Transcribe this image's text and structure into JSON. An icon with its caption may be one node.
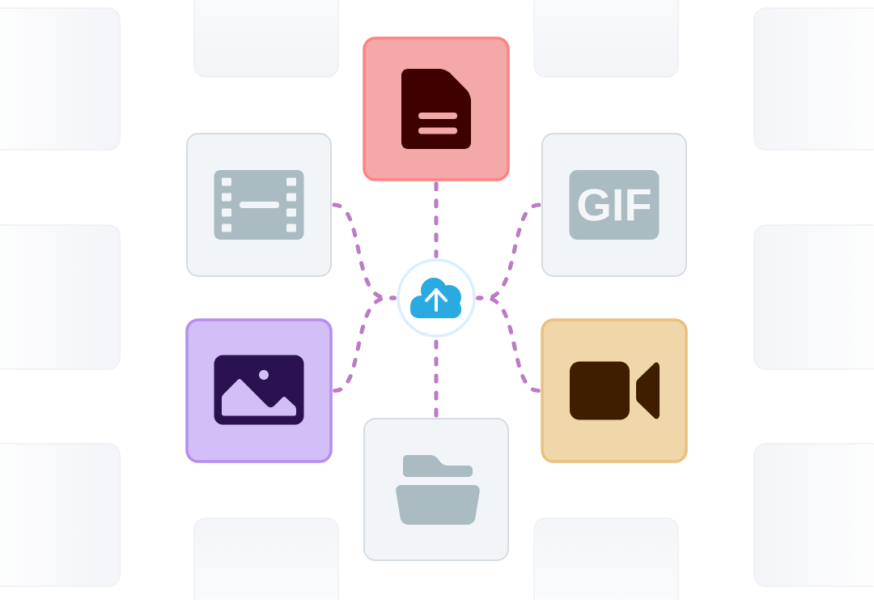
{
  "diagram": {
    "nodes": [
      {
        "text": [],
        "shape": "box"
      },
      {
        "text": [],
        "shape": "box"
      },
      {
        "text": [],
        "shape": "box"
      },
      {
        "text": [],
        "shape": "box"
      },
      {
        "text": [],
        "shape": "box"
      },
      {
        "text": [],
        "shape": "box"
      },
      {
        "text": [
          "GIF"
        ]
      },
      {
        "text": [],
        "shape": "box"
      },
      {
        "text": [],
        "shape": "box"
      },
      {
        "text": [],
        "shape": "circle"
      },
      {
        "text": [],
        "shape": "box"
      },
      {
        "text": [],
        "shape": "box"
      },
      {
        "text": [],
        "shape": "box"
      },
      {
        "text": [],
        "shape": "box"
      },
      {
        "text": [],
        "shape": "box"
      },
      {
        "text": [],
        "shape": "box"
      },
      {
        "text": [],
        "shape": "box"
      }
    ],
    "edges": [
      {
        "from": 4,
        "to": 9,
        "arrow": "none",
        "style": "dashed"
      },
      {
        "from": 5,
        "to": 9,
        "arrow": "none",
        "style": "dashed"
      },
      {
        "from": 6,
        "to": 9,
        "arrow": "none",
        "style": "dashed"
      },
      {
        "from": 10,
        "to": 9,
        "arrow": "none",
        "style": "dashed"
      },
      {
        "from": 11,
        "to": 9,
        "arrow": "none",
        "style": "dashed"
      },
      {
        "from": 12,
        "to": 9,
        "arrow": "none",
        "style": "dashed"
      }
    ]
  }
}
